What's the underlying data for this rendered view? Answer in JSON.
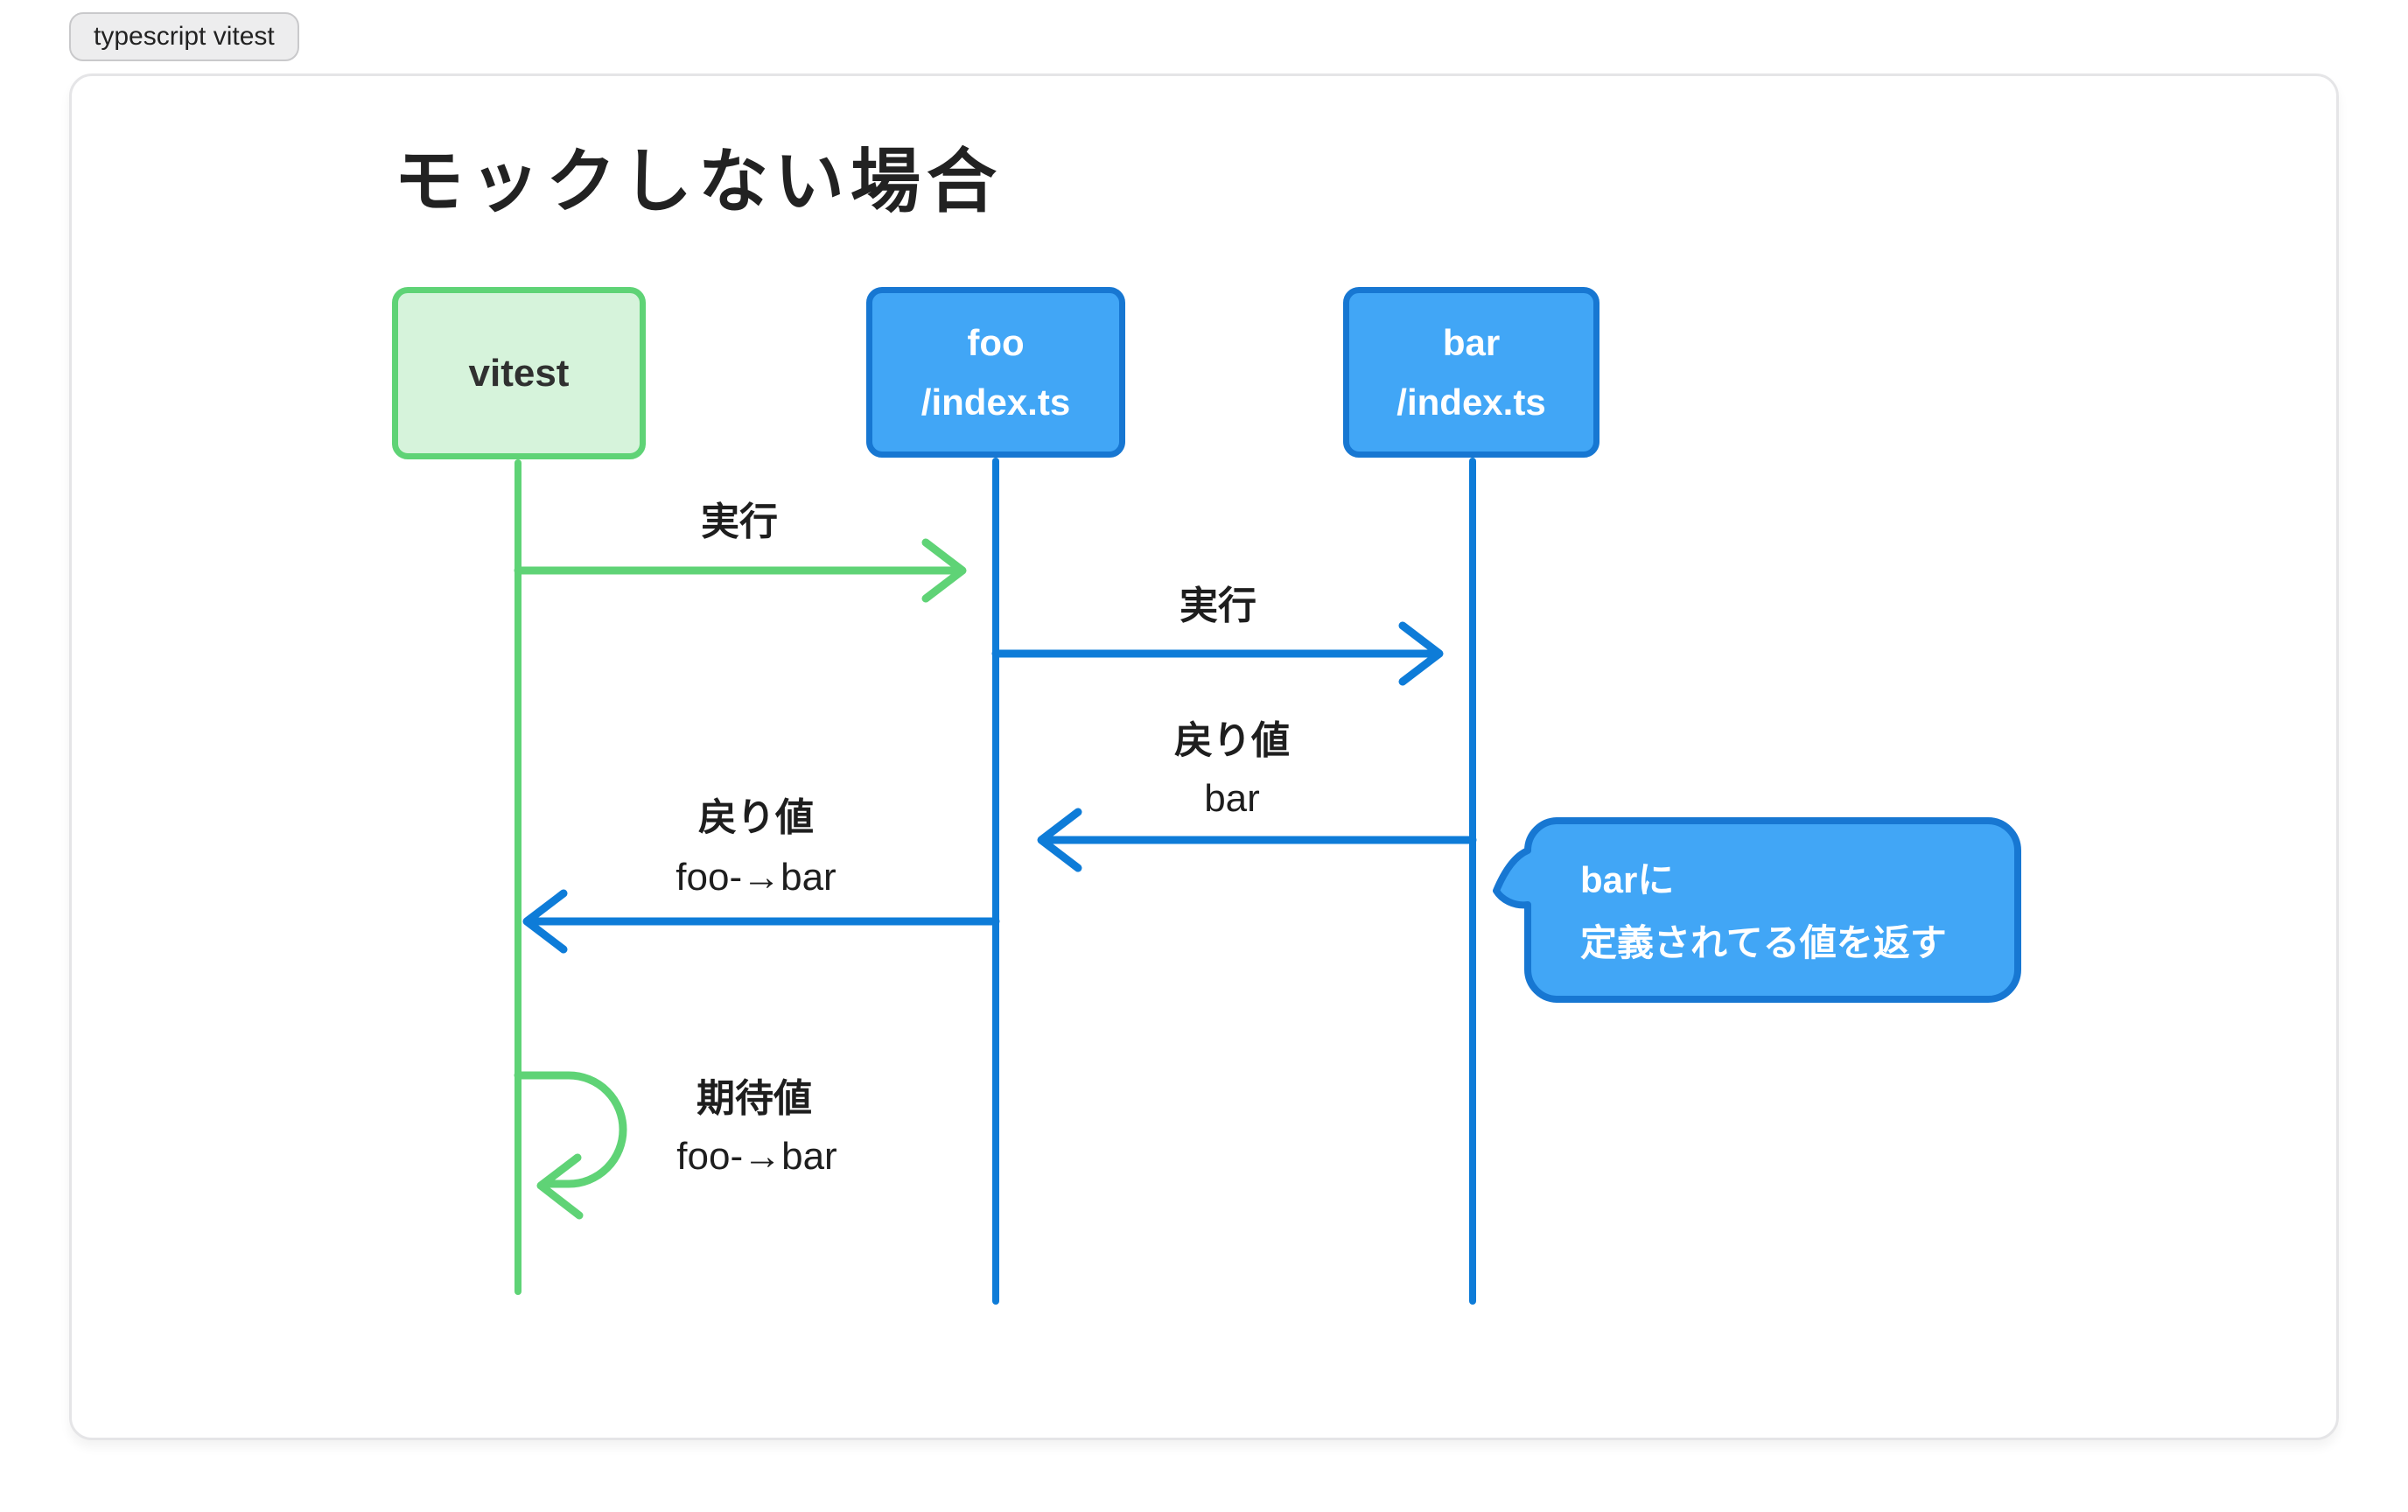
{
  "tag": {
    "label": "typescript vitest"
  },
  "diagram": {
    "title": "モックしない場合",
    "actors": [
      {
        "id": "vitest",
        "style": "green",
        "lines": [
          "vitest"
        ]
      },
      {
        "id": "foo",
        "style": "blue",
        "lines": [
          "foo",
          "/index.ts"
        ]
      },
      {
        "id": "bar",
        "style": "blue",
        "lines": [
          "bar",
          "/index.ts"
        ]
      }
    ],
    "messages": [
      {
        "from": "vitest",
        "to": "foo",
        "color": "green",
        "label": "実行",
        "sublabel": ""
      },
      {
        "from": "foo",
        "to": "bar",
        "color": "blue",
        "label": "実行",
        "sublabel": ""
      },
      {
        "from": "bar",
        "to": "foo",
        "color": "blue",
        "label": "戻り値",
        "sublabel": "bar"
      },
      {
        "from": "foo",
        "to": "vitest",
        "color": "blue",
        "label": "戻り値",
        "sublabel": "foo-→bar"
      },
      {
        "from": "vitest",
        "to": "vitest",
        "color": "green",
        "label": "期待値",
        "sublabel": "foo-→bar",
        "type": "self"
      }
    ],
    "note": {
      "lines": [
        "barに",
        "定義されてる値を返す"
      ]
    }
  },
  "colors": {
    "green-line": "#5fd376",
    "green-fill": "#d6f3db",
    "blue-line": "#0e7cd8",
    "blue-border": "#1777d2",
    "blue-fill": "#41a6f6",
    "text-dark": "#2b2b2b",
    "card-border": "#e5e5e7",
    "tag-bg": "#ededee",
    "tag-border": "#c9c9cb"
  }
}
